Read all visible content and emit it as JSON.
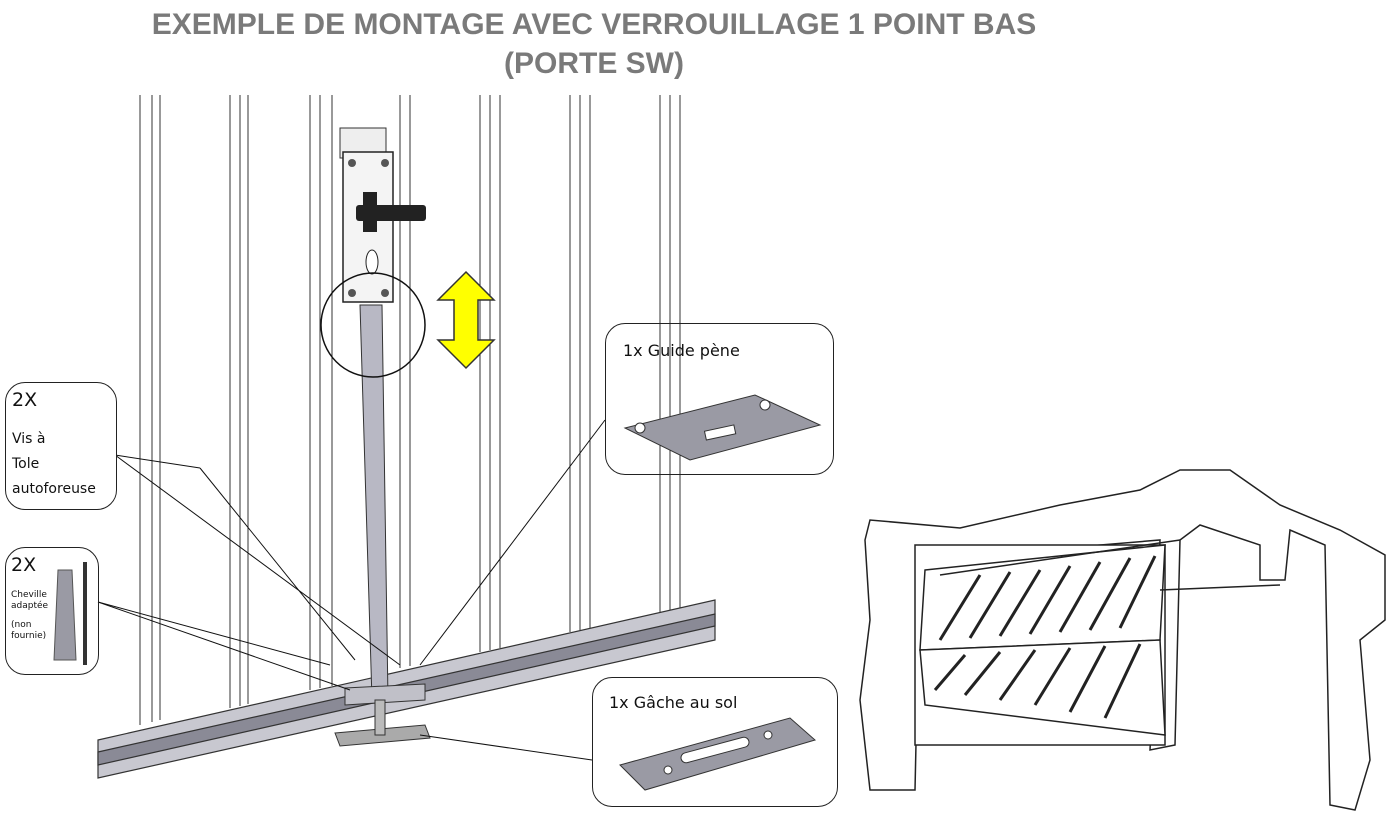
{
  "title": {
    "line1": "EXEMPLE DE MONTAGE AVEC VERROUILLAGE 1 POINT BAS",
    "line2": "(PORTE SW)"
  },
  "callouts": {
    "screw": {
      "qty": "2X",
      "label_lines": [
        "Vis à",
        "Tole",
        "autoforeuse"
      ]
    },
    "plug": {
      "qty": "2X",
      "label_lines": [
        "Cheville",
        "adaptée",
        "(non",
        "fournie)"
      ]
    },
    "guide": {
      "label": "1x Guide pène"
    },
    "gache": {
      "label": "1x Gâche au sol"
    }
  },
  "colors": {
    "title": "#7a7a7a",
    "arrow": "#ffff00",
    "part": "#9a9aa4"
  }
}
